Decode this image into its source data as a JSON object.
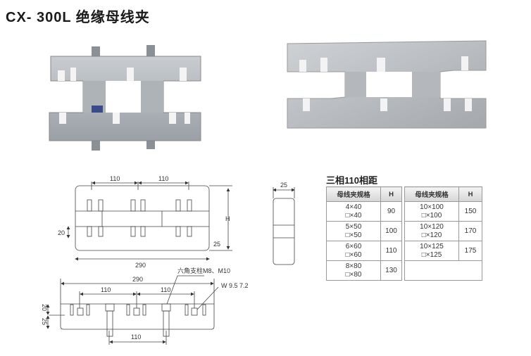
{
  "title": "CX- 300L 绝缘母线夹",
  "top_view": {
    "spacing_left": "110",
    "spacing_right": "110",
    "height_label": "H",
    "notch_height": "20",
    "base_height": "25",
    "total_width": "290"
  },
  "side_view": {
    "width": "25"
  },
  "front_view": {
    "total_width": "290",
    "spacing_left": "110",
    "spacing_right": "110",
    "post_label": "六角支柱M8、M10",
    "slot_label": "W 9.5 7.2",
    "notch_height": "20",
    "base_height": "25",
    "post_spacing": "110"
  },
  "table": {
    "title": "三相110相距",
    "headers": [
      "母线夹规格",
      "H"
    ],
    "left": [
      {
        "spec1": "4×40",
        "spec2": "□×40",
        "h": "90"
      },
      {
        "spec1": "5×50",
        "spec2": "□×50",
        "h": "100"
      },
      {
        "spec1": "6×60",
        "spec2": "□×60",
        "h": "110"
      },
      {
        "spec1": "8×80",
        "spec2": "□×80",
        "h": "130"
      }
    ],
    "right": [
      {
        "spec1": "10×100",
        "spec2": "□×100",
        "h": "150"
      },
      {
        "spec1": "10×120",
        "spec2": "□×120",
        "h": "170"
      },
      {
        "spec1": "10×125",
        "spec2": "□×125",
        "h": "175"
      }
    ]
  }
}
